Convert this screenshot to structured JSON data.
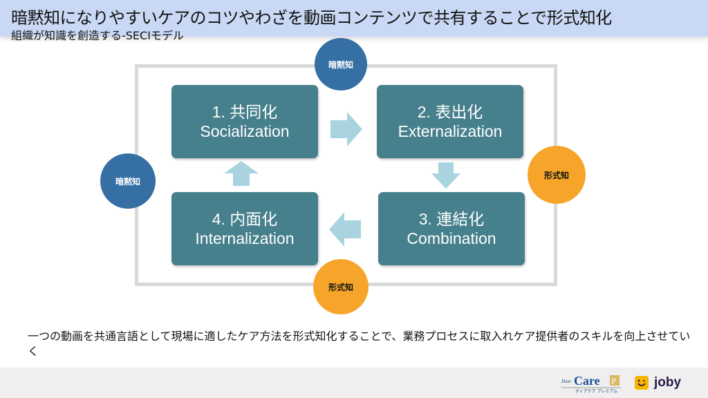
{
  "header": {
    "title": "暗黙知になりやすいケアのコツやわざを動画コンテンツで共有することで形式知化",
    "subtitle": "組織が知識を創造する-SECIモデル"
  },
  "boxes": [
    {
      "num": "1. 共同化",
      "en": "Socialization"
    },
    {
      "num": "2. 表出化",
      "en": "Externalization"
    },
    {
      "num": "3. 連結化",
      "en": "Combination"
    },
    {
      "num": "4. 内面化",
      "en": "Internalization"
    }
  ],
  "circles": {
    "top": "暗黙知",
    "left": "暗黙知",
    "right": "形式知",
    "bottom": "形式知"
  },
  "description": "一つの動画を共通言語として現場に適したケア方法を形式知化することで、業務プロセスに取入れケア提供者のスキルを向上させていく",
  "footer": {
    "care_logo": "DearCare P",
    "care_logo_sub": "ディアケア プレミアム",
    "joby": "joby"
  },
  "colors": {
    "box": "#46808c",
    "tacit": "#356fa3",
    "explicit": "#f7a52a",
    "arrow": "#a8d3df",
    "header": "#c9d9f5"
  }
}
